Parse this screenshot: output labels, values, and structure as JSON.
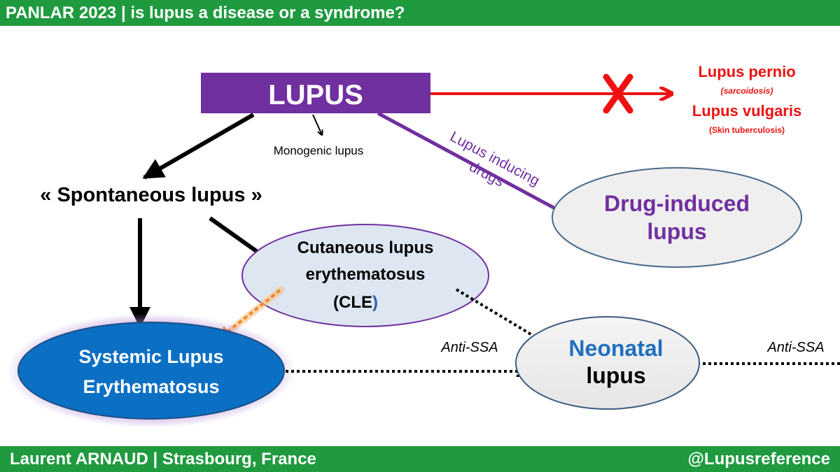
{
  "header": {
    "title": "PANLAR 2023 | is lupus a disease or a syndrome?"
  },
  "footer": {
    "author": "Laurent ARNAUD | Strasbourg, France",
    "handle": "@Lupusreference"
  },
  "nodes": {
    "lupus": "LUPUS",
    "monogenic": "Monogenic lupus",
    "spontaneous": "« Spontaneous lupus »",
    "cle_line1": "Cutaneous lupus",
    "cle_line2": "erythematosus",
    "cle_line3": "(CLE",
    "cle_paren": ")",
    "drug_line1": "Drug-induced",
    "drug_line2": "lupus",
    "sle_line1": "Systemic Lupus",
    "sle_line2": "Erythematosus",
    "neo_line1": "Neonatal",
    "neo_line2": "lupus"
  },
  "excluded": {
    "pernio": "Lupus pernio",
    "pernio_note": "(sarcoidosis)",
    "vulgaris": "Lupus vulgaris",
    "vulgaris_note": "(Skin tuberculosis)"
  },
  "edge_labels": {
    "drugs_line1": "Lupus inducing",
    "drugs_line2": "drugs",
    "anti_ssa_left": "Anti-SSA",
    "anti_ssa_right": "Anti-SSA"
  },
  "colors": {
    "header_green": "#1f9a3f",
    "lupus_purple": "#7030a0",
    "exclusion_red": "#ee1111",
    "sle_blue": "#0b6fc4",
    "neonatal_blue": "#1f6fbf",
    "orange_arrow": "#f08a24"
  }
}
